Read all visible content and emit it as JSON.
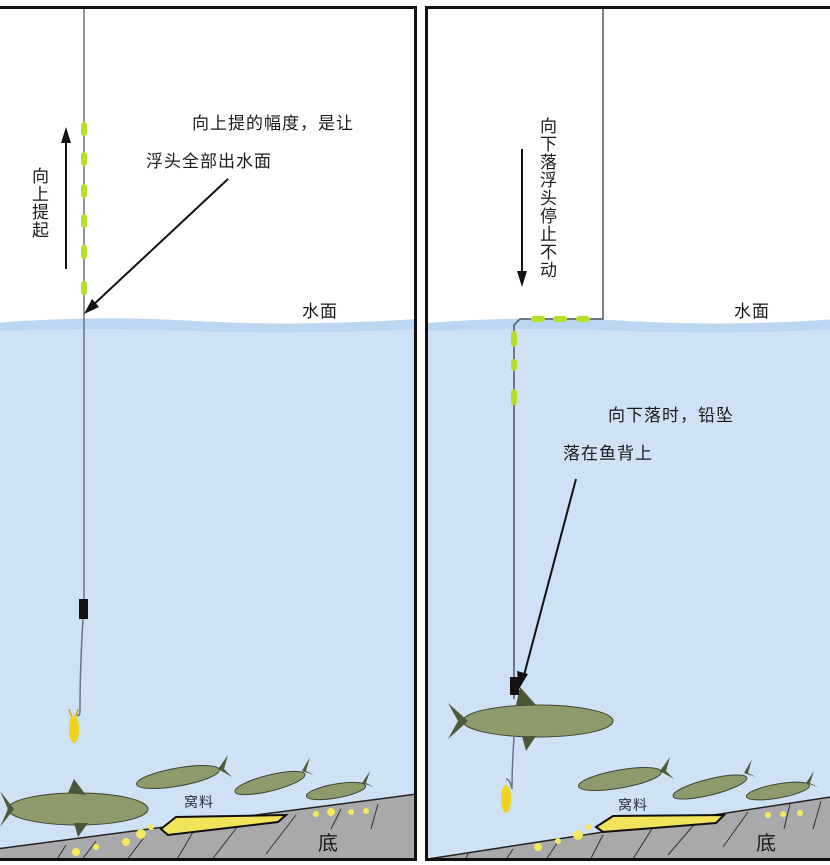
{
  "colors": {
    "water": "#cfe1f5",
    "water_surface": "#bcd6f2",
    "ground": "#a8a8ab",
    "float_segment": "#b6de2a",
    "bait": "#f3d21e",
    "fish_body": "#8f9a6c",
    "border": "#111111"
  },
  "left_panel": {
    "lift_label": "向上提起",
    "annotation_line1": "向上提的幅度，是让",
    "annotation_line2": "浮头全部出水面",
    "water_surface_label": "水面",
    "groundbait_label": "窝料",
    "bottom_label": "底"
  },
  "right_panel": {
    "drop_label": "向下落浮头停止不动",
    "annotation_line1": "向下落时，铅坠",
    "annotation_line2": "落在鱼背上",
    "water_surface_label": "水面",
    "groundbait_label": "窝料",
    "bottom_label": "底"
  }
}
